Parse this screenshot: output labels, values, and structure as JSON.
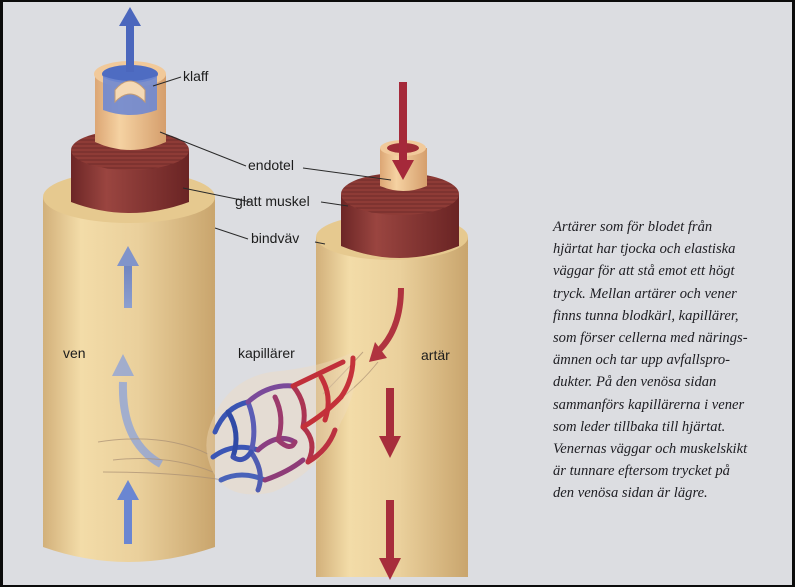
{
  "labels": {
    "klaff": "klaff",
    "endotel": "endotel",
    "glatt_muskel": "glatt muskel",
    "bindvav": "bindväv",
    "ven": "ven",
    "kapillarer": "kapillärer",
    "artar": "artär"
  },
  "caption": {
    "lines": [
      "Artärer som för blodet från",
      "hjärtat har tjocka och elastiska",
      "väggar för att stå emot ett högt",
      "tryck. Mellan artärer och vener",
      "finns tunna blodkärl, kapillärer,",
      "som förser cellerna med närings-",
      "ämnen och tar upp avfallspro-",
      "dukter. På den venösa sidan",
      "sammanförs kapillärerna i vener",
      "som leder tillbaka till hjärtat.",
      "Venernas väggar och muskelskikt",
      "är tunnare eftersom trycket på",
      "den venösa sidan är lägre."
    ]
  },
  "colors": {
    "page": "#dcdde1",
    "connective_tissue": "#e9cf9c",
    "smooth_muscle": "#8e3b36",
    "endothelium": "#efc595",
    "vein_blood": "#5d78c4",
    "artery_blood": "#b3363f"
  },
  "icons": [
    "up-arrow-icon",
    "down-arrow-icon",
    "curved-arrow-icon"
  ]
}
